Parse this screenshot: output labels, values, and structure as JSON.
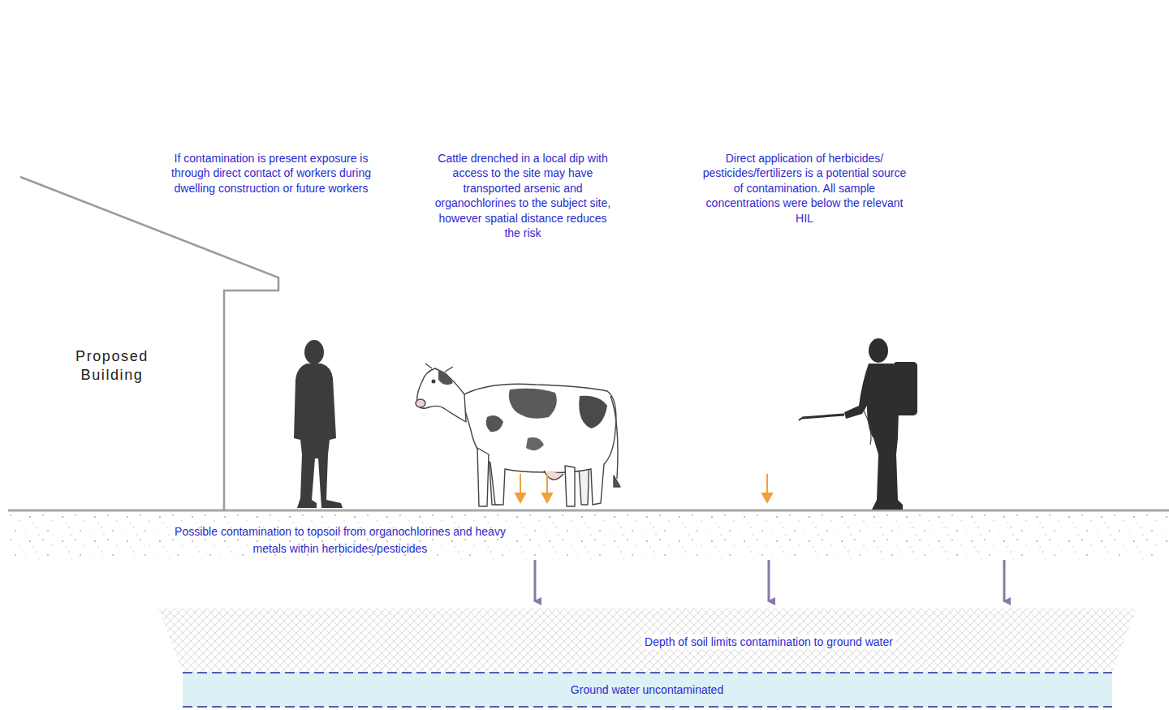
{
  "diagram": {
    "nodes": [
      {
        "text": [
          "Proposed Building"
        ]
      },
      {
        "text": [
          "Possible contamination to topsoil from organochlorines and heavy metals within herbicides/pesticides"
        ]
      },
      {
        "text": [
          "Depth of soil limits contamination to ground water"
        ]
      },
      {
        "text": [
          "Ground water uncontaminated"
        ]
      }
    ],
    "edges": [
      {
        "from": 1,
        "to": 2,
        "arrow": "to"
      },
      {
        "from": 1,
        "to": 2,
        "arrow": "to"
      },
      {
        "from": 1,
        "to": 2,
        "arrow": "to"
      }
    ],
    "labels": [
      "If contamination is present exposure is through direct contact of workers during dwelling construction or future workers",
      "Cattle drenched in a local dip with access to the site may have transported arsenic and organochlorines to the subject site, however spatial distance reduces the risk",
      "Direct application of herbicides/ pesticides/fertilizers is a potential source of contamination. All sample concentrations were below the relevant HIL"
    ]
  }
}
